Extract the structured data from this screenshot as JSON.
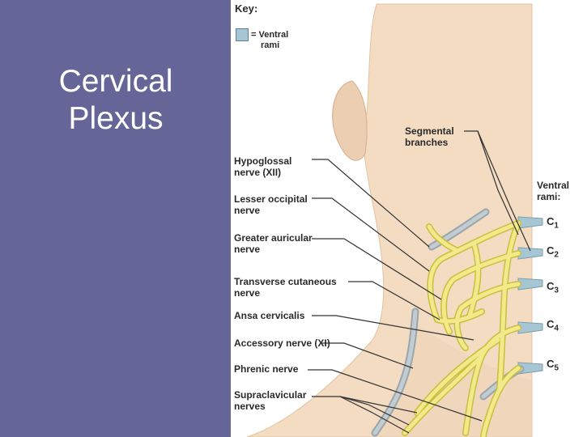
{
  "slide": {
    "title_line1": "Cervical",
    "title_line2": "Plexus"
  },
  "key": {
    "title": "Key:",
    "swatch_label_line1": "= Ventral",
    "swatch_label_line2": "rami",
    "swatch_color": "#a6c6d4"
  },
  "labels": {
    "segmental_1": "Segmental",
    "segmental_2": "branches",
    "ventral_1": "Ventral",
    "ventral_2": "rami:",
    "hypoglossal_1": "Hypoglossal",
    "hypoglossal_2": "nerve (XII)",
    "lesser_1": "Lesser occipital",
    "lesser_2": "nerve",
    "greater_1": "Greater auricular",
    "greater_2": "nerve",
    "transverse_1": "Transverse cutaneous",
    "transverse_2": "nerve",
    "ansa": "Ansa cervicalis",
    "accessory": "Accessory nerve (XI)",
    "phrenic": "Phrenic nerve",
    "supra_1": "Supraclavicular",
    "supra_2": "nerves"
  },
  "ventral_rami": [
    {
      "letter": "C",
      "num": "1"
    },
    {
      "letter": "C",
      "num": "2"
    },
    {
      "letter": "C",
      "num": "3"
    },
    {
      "letter": "C",
      "num": "4"
    },
    {
      "letter": "C",
      "num": "5"
    }
  ],
  "colors": {
    "panel": "#656598",
    "nerve": "#f2e98a",
    "nerve_edge": "#c9bf3e",
    "skin": "#f3dcc2",
    "ramus": "#a6c6d4"
  }
}
